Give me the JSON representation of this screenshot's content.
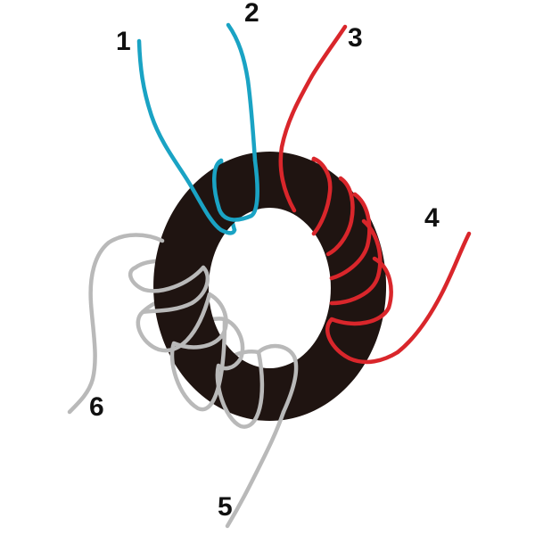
{
  "colors": {
    "core": "#1f1411",
    "winding_cyan": "#1aa3c4",
    "winding_red": "#d9262b",
    "winding_gray": "#b9b9b9",
    "background": "#ffffff"
  },
  "terminals": [
    {
      "id": "t1",
      "label": "1",
      "wire_color": "winding_cyan"
    },
    {
      "id": "t2",
      "label": "2",
      "wire_color": "winding_cyan"
    },
    {
      "id": "t3",
      "label": "3",
      "wire_color": "winding_red"
    },
    {
      "id": "t4",
      "label": "4",
      "wire_color": "winding_red"
    },
    {
      "id": "t5",
      "label": "5",
      "wire_color": "winding_gray"
    },
    {
      "id": "t6",
      "label": "6",
      "wire_color": "winding_gray"
    }
  ],
  "windings": [
    {
      "name": "cyan-winding",
      "color": "winding_cyan",
      "terminals": [
        "1",
        "2"
      ]
    },
    {
      "name": "red-winding",
      "color": "winding_red",
      "terminals": [
        "3",
        "4"
      ]
    },
    {
      "name": "gray-winding",
      "color": "winding_gray",
      "terminals": [
        "5",
        "6"
      ]
    }
  ]
}
